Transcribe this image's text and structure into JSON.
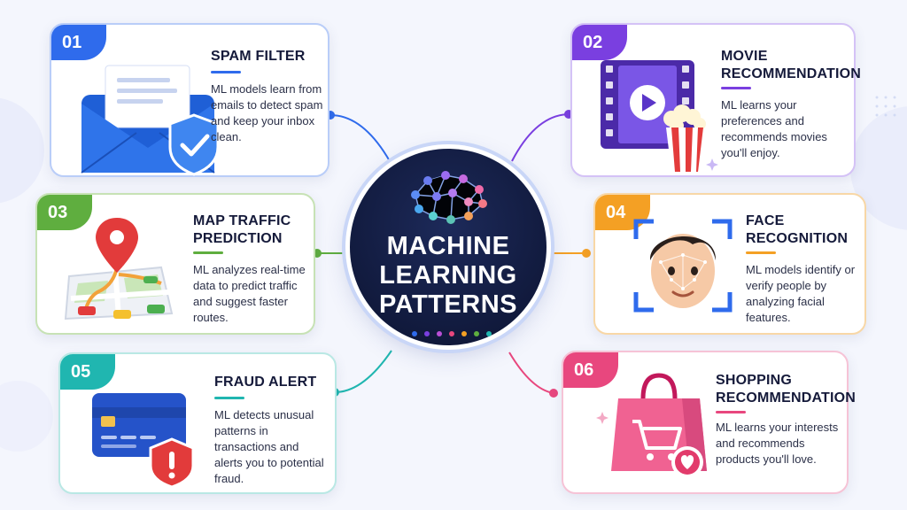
{
  "center": {
    "title": "MACHINE\nLEARNING\nPATTERNS"
  },
  "cards": [
    {
      "num": "01",
      "title": "SPAM FILTER",
      "desc": "ML models learn from emails to detect spam and keep your inbox clean.",
      "color": "#2f6bec"
    },
    {
      "num": "02",
      "title": "MOVIE RECOMMENDATION",
      "desc": "ML learns your preferences and recommends movies you'll enjoy.",
      "color": "#7a3fe0"
    },
    {
      "num": "03",
      "title": "MAP TRAFFIC PREDICTION",
      "desc": "ML analyzes real-time data to predict traffic and suggest faster routes.",
      "color": "#5fae3f"
    },
    {
      "num": "04",
      "title": "FACE RECOGNITION",
      "desc": "ML models identify or verify people by analyzing facial features.",
      "color": "#f4a024"
    },
    {
      "num": "05",
      "title": "FRAUD ALERT",
      "desc": "ML detects unusual patterns in transactions and alerts you to potential fraud.",
      "color": "#20b6b0"
    },
    {
      "num": "06",
      "title": "SHOPPING RECOMMENDATION",
      "desc": "ML learns your interests and recommends products you'll love.",
      "color": "#e8477e"
    }
  ],
  "icons": [
    "envelope-shield-icon",
    "film-popcorn-icon",
    "map-pin-traffic-icon",
    "face-scan-icon",
    "credit-card-alert-icon",
    "shopping-bag-heart-icon",
    "neural-brain-icon"
  ]
}
